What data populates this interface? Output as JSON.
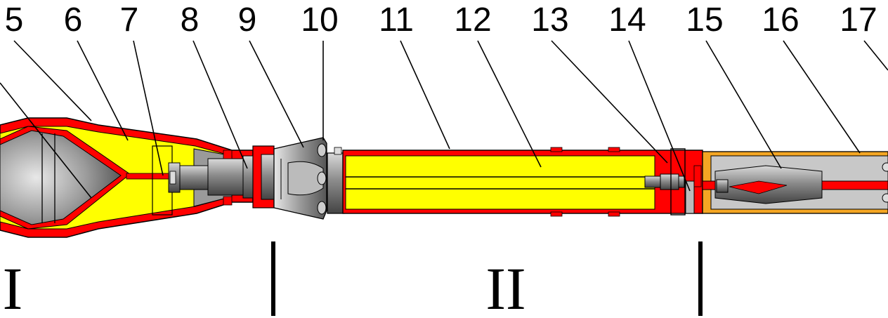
{
  "part_numbers": [
    "5",
    "6",
    "7",
    "8",
    "9",
    "10",
    "11",
    "12",
    "13",
    "14",
    "15",
    "16",
    "17"
  ],
  "section_labels": [
    "I",
    "II"
  ],
  "colors": {
    "casing": "#ff0000",
    "explosive": "#ffff00",
    "outline": "#000000",
    "metal": "#9a9a9a",
    "outer_tube": "#f4a623",
    "background": "#ffffff"
  }
}
